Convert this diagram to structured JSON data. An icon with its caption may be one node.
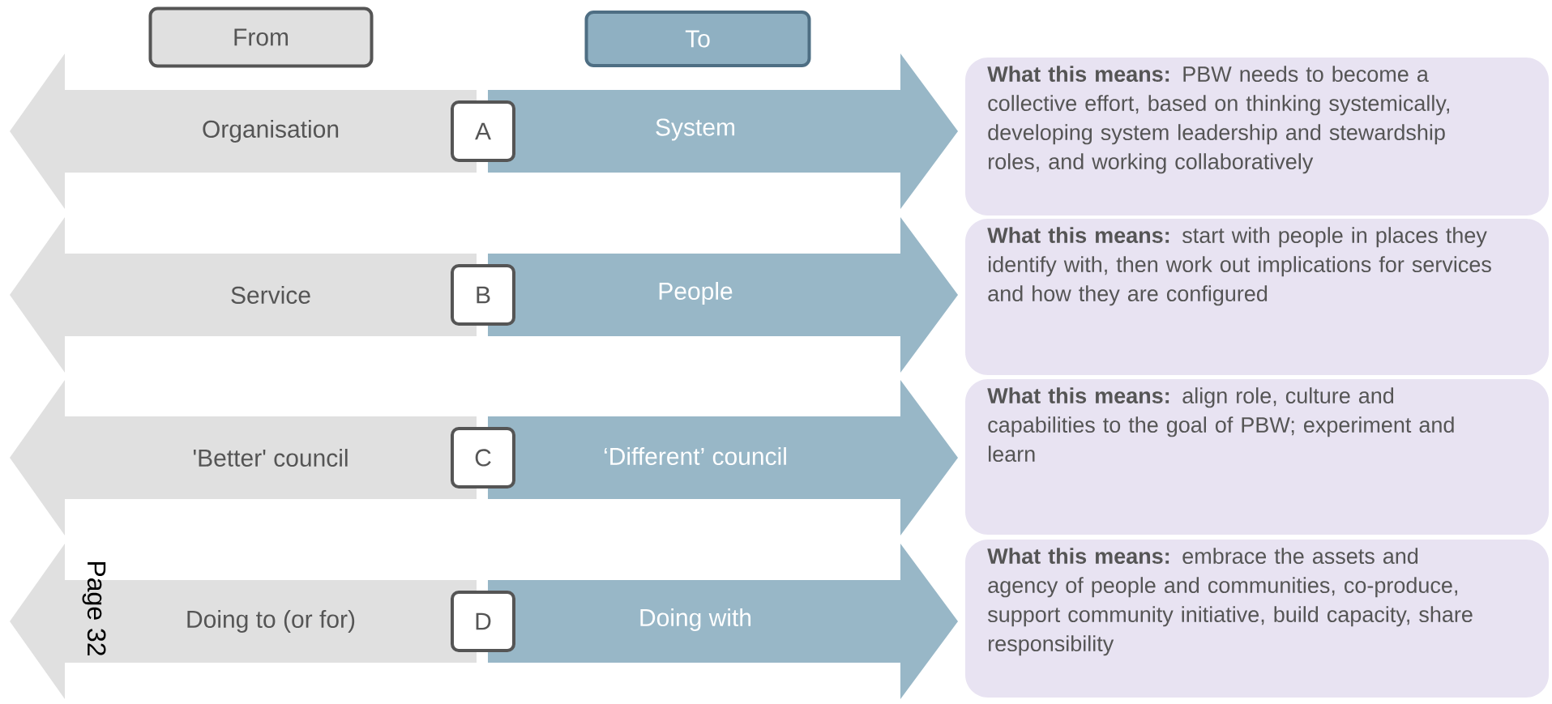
{
  "diagram": {
    "nodes": [
      {
        "text": [
          "From"
        ]
      },
      {
        "text": [
          "To"
        ]
      },
      {
        "text": [
          "Organisation"
        ]
      },
      {
        "text": [
          "A"
        ]
      },
      {
        "text": [
          "System"
        ]
      },
      {
        "text": [
          "**What this means:** PBW needs to become a collective effort, based on thinking systemically, developing system leadership and stewardship roles, and working collaboratively"
        ]
      },
      {
        "text": [
          "Service"
        ]
      },
      {
        "text": [
          "B"
        ]
      },
      {
        "text": [
          "People"
        ]
      },
      {
        "text": [
          "**What this means:** start with people in places they identify with, then work out implications for services and how they are configured"
        ]
      },
      {
        "text": [
          "'Better' council"
        ]
      },
      {
        "text": [
          "C"
        ]
      },
      {
        "text": [
          "‘Different’ council"
        ]
      },
      {
        "text": [
          "**What this means:** align role, culture and capabilities to the goal of PBW; experiment and learn"
        ]
      },
      {
        "text": [
          "Doing to (or for)"
        ]
      },
      {
        "text": [
          "D"
        ]
      },
      {
        "text": [
          "Doing with"
        ]
      },
      {
        "text": [
          "**What this means:** embrace the assets and agency of people and communities, co-produce, support community initiative, build capacity, share responsibility"
        ]
      }
    ],
    "labels": [
      "Page 32"
    ]
  }
}
